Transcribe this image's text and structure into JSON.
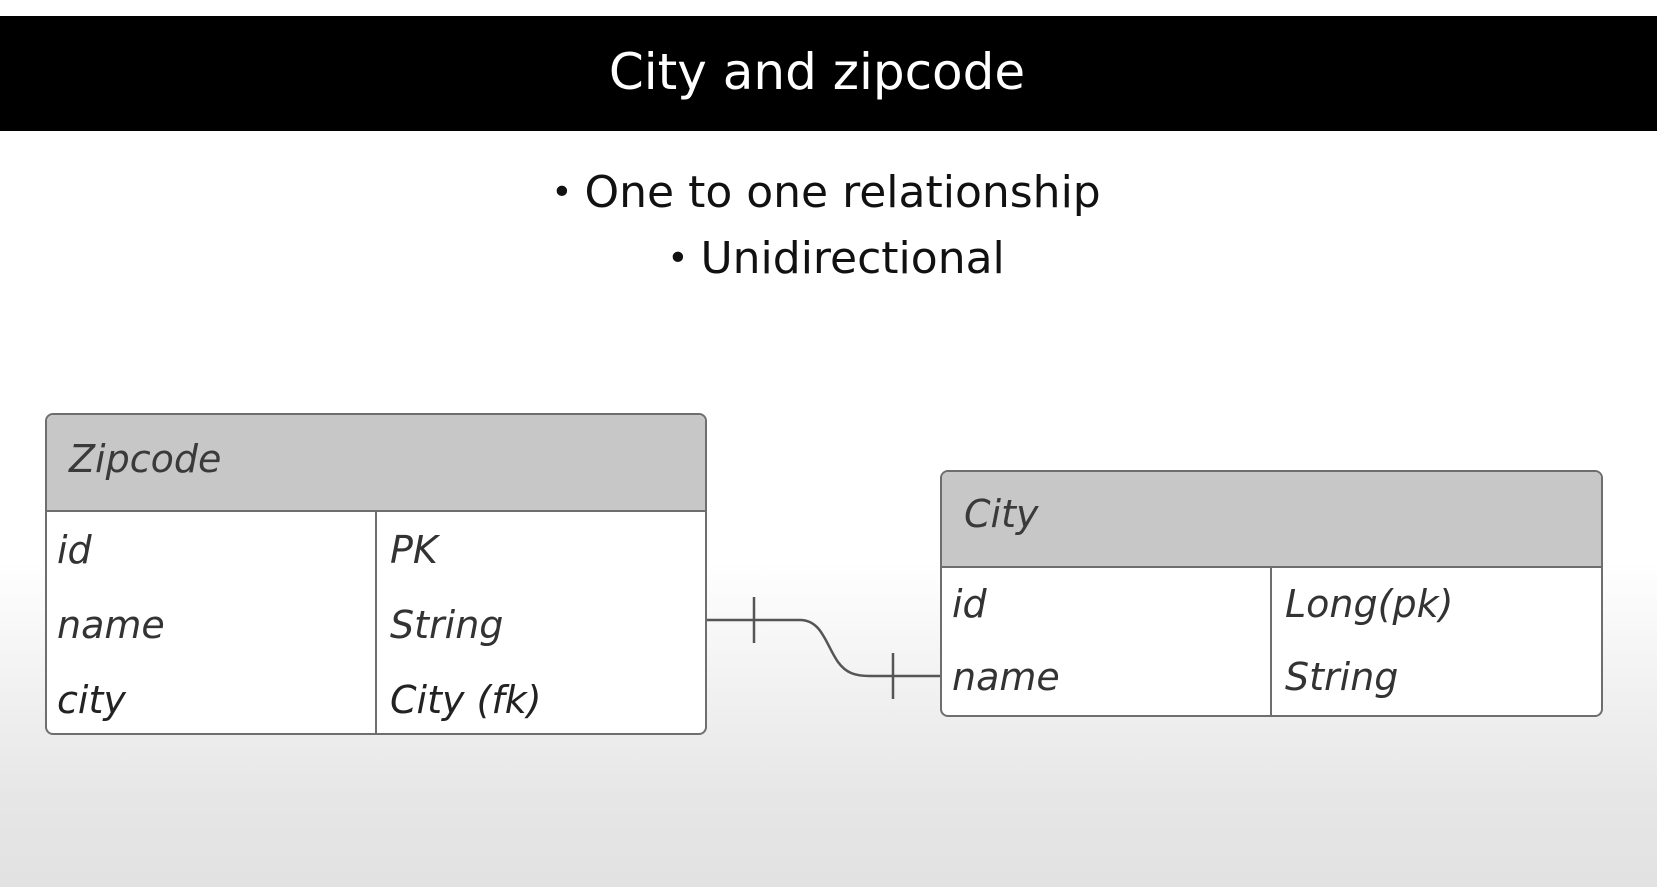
{
  "slide": {
    "title": "City and zipcode",
    "bullets": [
      "One to one relationship",
      "Unidirectional"
    ],
    "bullet_symbol": "•"
  },
  "diagram": {
    "relationship": "one-to-one",
    "entities": {
      "zipcode": {
        "name": "Zipcode",
        "attributes": [
          {
            "field": "id",
            "type": "PK"
          },
          {
            "field": "name",
            "type": "String"
          },
          {
            "field": "city",
            "type": "City (fk)"
          }
        ]
      },
      "city": {
        "name": "City",
        "attributes": [
          {
            "field": "id",
            "type": "Long(pk)"
          },
          {
            "field": "name",
            "type": "String"
          }
        ]
      }
    }
  },
  "colors": {
    "title_bar": "#000000",
    "title_text": "#ffffff",
    "entity_header": "#c7c7c7",
    "entity_border": "#6e6e6e"
  }
}
